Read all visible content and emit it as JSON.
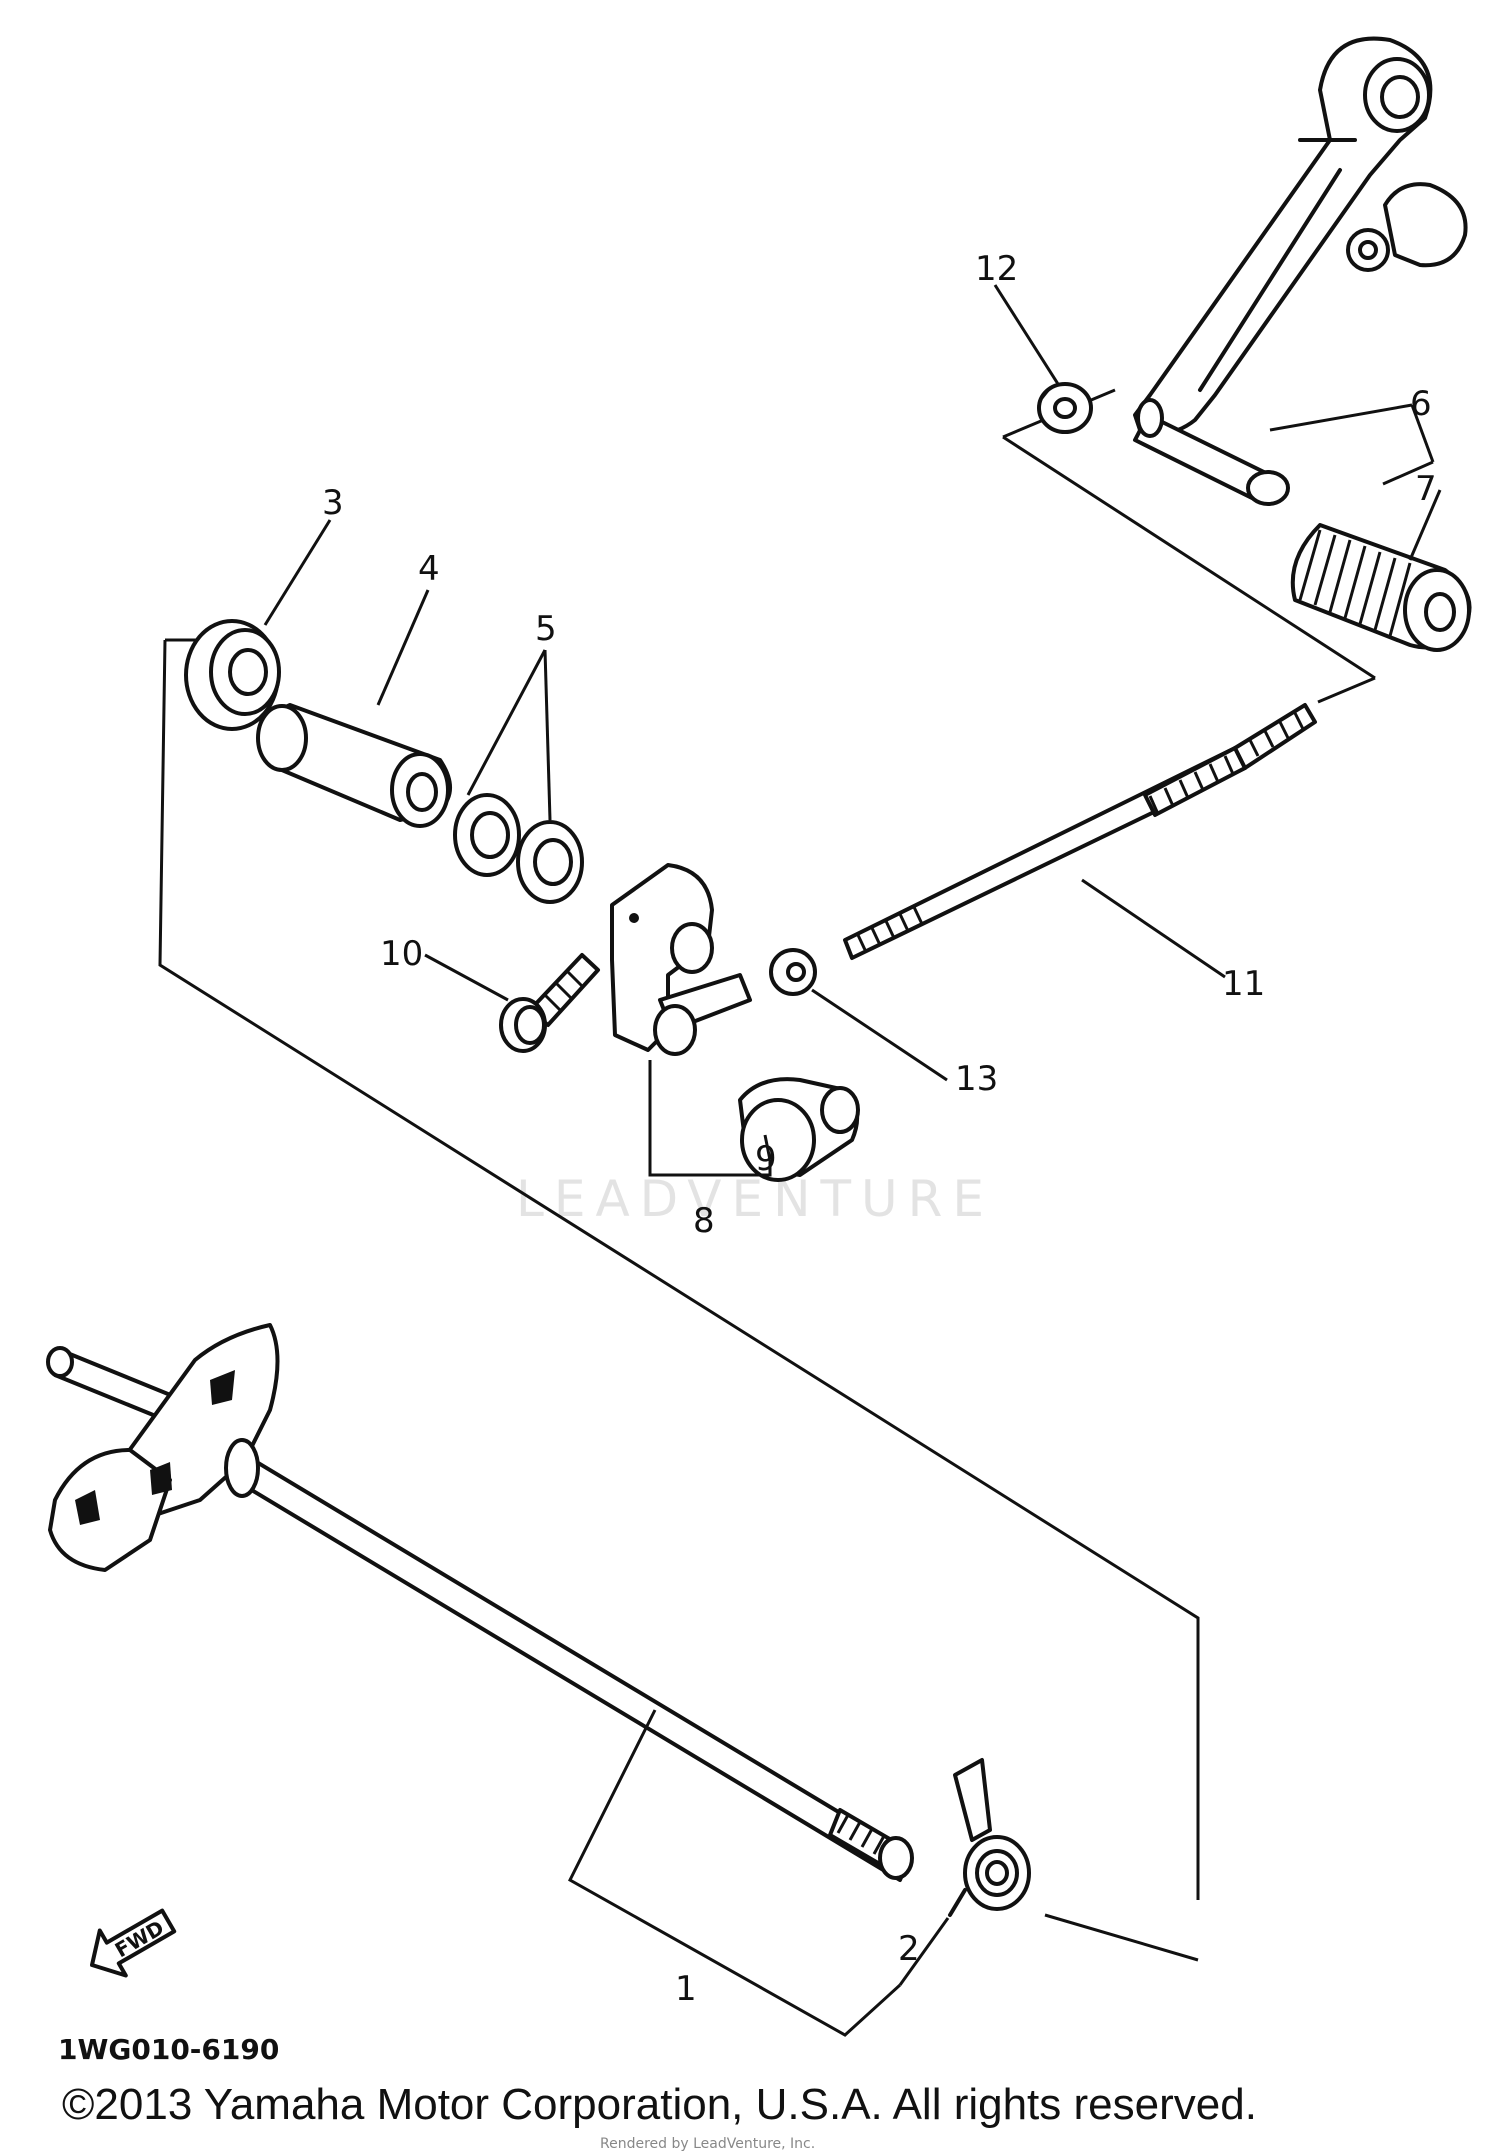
{
  "callouts": {
    "n1": "1",
    "n2": "2",
    "n3": "3",
    "n4": "4",
    "n5": "5",
    "n6": "6",
    "n7": "7",
    "n8": "8",
    "n9": "9",
    "n10": "10",
    "n11": "11",
    "n12": "12",
    "n13": "13"
  },
  "watermark": "LEADVENTURE",
  "diagram_code": "1WG010-6190",
  "fwd_arrow": "FWD",
  "copyright": "©2013 Yamaha Motor Corporation, U.S.A. All rights reserved.",
  "rendered_by": "Rendered by LeadVenture, Inc."
}
